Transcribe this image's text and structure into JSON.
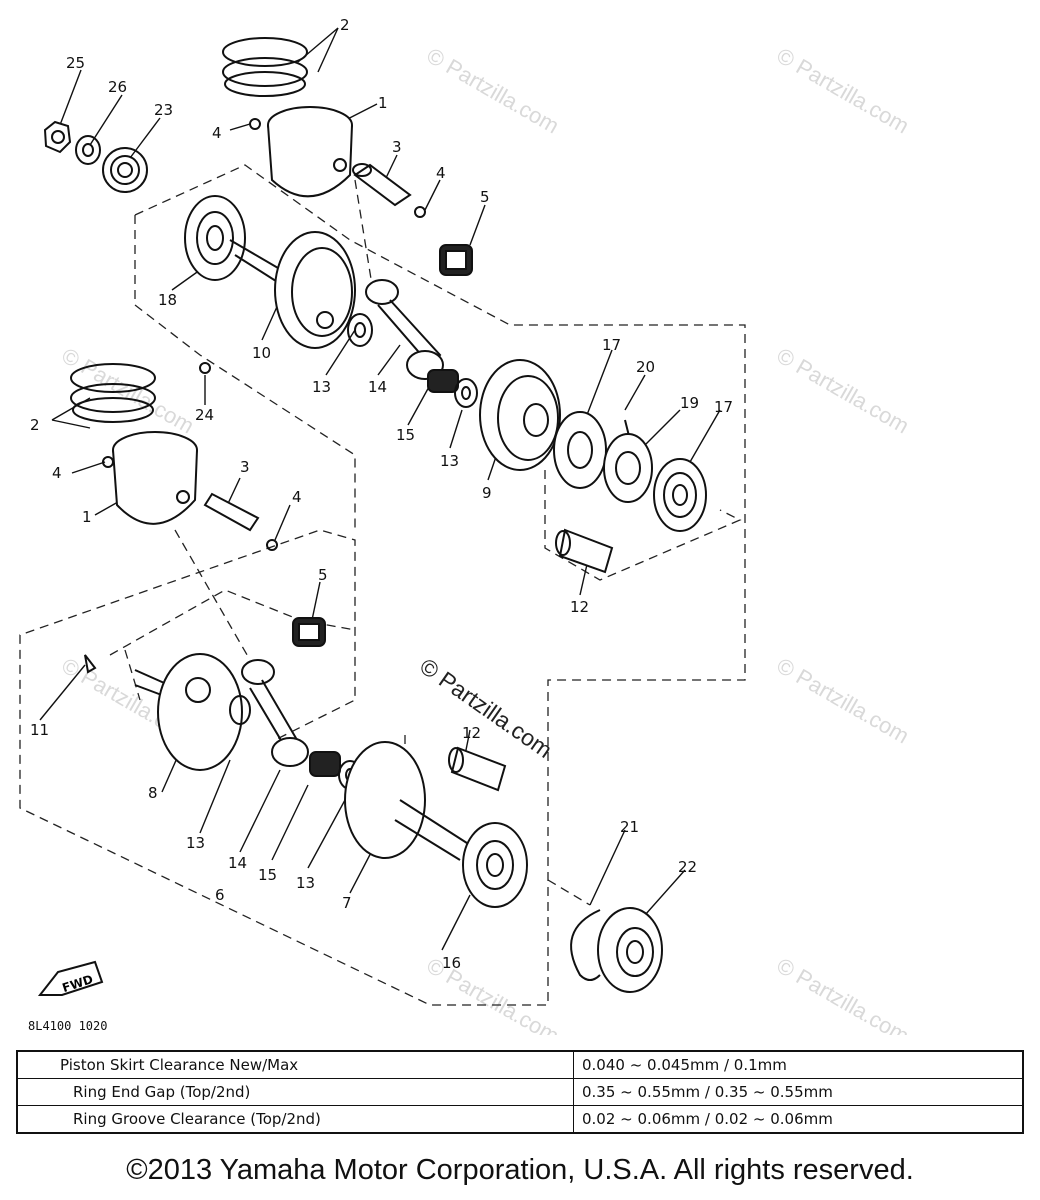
{
  "callouts": [
    {
      "id": "c2a",
      "text": "2"
    },
    {
      "id": "c1a",
      "text": "1"
    },
    {
      "id": "c4a",
      "text": "4"
    },
    {
      "id": "c3a",
      "text": "3"
    },
    {
      "id": "c4b",
      "text": "4"
    },
    {
      "id": "c5a",
      "text": "5"
    },
    {
      "id": "c25",
      "text": "25"
    },
    {
      "id": "c26",
      "text": "26"
    },
    {
      "id": "c23",
      "text": "23"
    },
    {
      "id": "c18",
      "text": "18"
    },
    {
      "id": "c10",
      "text": "10"
    },
    {
      "id": "c24",
      "text": "24"
    },
    {
      "id": "c13a",
      "text": "13"
    },
    {
      "id": "c14a",
      "text": "14"
    },
    {
      "id": "c15a",
      "text": "15"
    },
    {
      "id": "c13b",
      "text": "13"
    },
    {
      "id": "c9",
      "text": "9"
    },
    {
      "id": "c17a",
      "text": "17"
    },
    {
      "id": "c20",
      "text": "20"
    },
    {
      "id": "c19",
      "text": "19"
    },
    {
      "id": "c17b",
      "text": "17"
    },
    {
      "id": "c12a",
      "text": "12"
    },
    {
      "id": "c2b",
      "text": "2"
    },
    {
      "id": "c4c",
      "text": "4"
    },
    {
      "id": "c1b",
      "text": "1"
    },
    {
      "id": "c3b",
      "text": "3"
    },
    {
      "id": "c4d",
      "text": "4"
    },
    {
      "id": "c5b",
      "text": "5"
    },
    {
      "id": "c11",
      "text": "11"
    },
    {
      "id": "c8",
      "text": "8"
    },
    {
      "id": "c13c",
      "text": "13"
    },
    {
      "id": "c14b",
      "text": "14"
    },
    {
      "id": "c15b",
      "text": "15"
    },
    {
      "id": "c13d",
      "text": "13"
    },
    {
      "id": "c7",
      "text": "7"
    },
    {
      "id": "c6",
      "text": "6"
    },
    {
      "id": "c16",
      "text": "16"
    },
    {
      "id": "c12b",
      "text": "12"
    },
    {
      "id": "c21",
      "text": "21"
    },
    {
      "id": "c22",
      "text": "22"
    }
  ],
  "fwd_label": "FWD",
  "drawing_code": "8L4100 1020",
  "watermark": "© Partzilla.com",
  "spec_table": [
    {
      "label": "Piston Skirt Clearance New/Max",
      "value": "0.040 ~ 0.045mm / 0.1mm"
    },
    {
      "label": "Ring End Gap (Top/2nd)",
      "value": "0.35 ~ 0.55mm / 0.35 ~ 0.55mm"
    },
    {
      "label": "Ring Groove Clearance (Top/2nd)",
      "value": "0.02 ~ 0.06mm / 0.02 ~ 0.06mm"
    }
  ],
  "copyright": "©2013 Yamaha Motor Corporation, U.S.A. All rights reserved."
}
